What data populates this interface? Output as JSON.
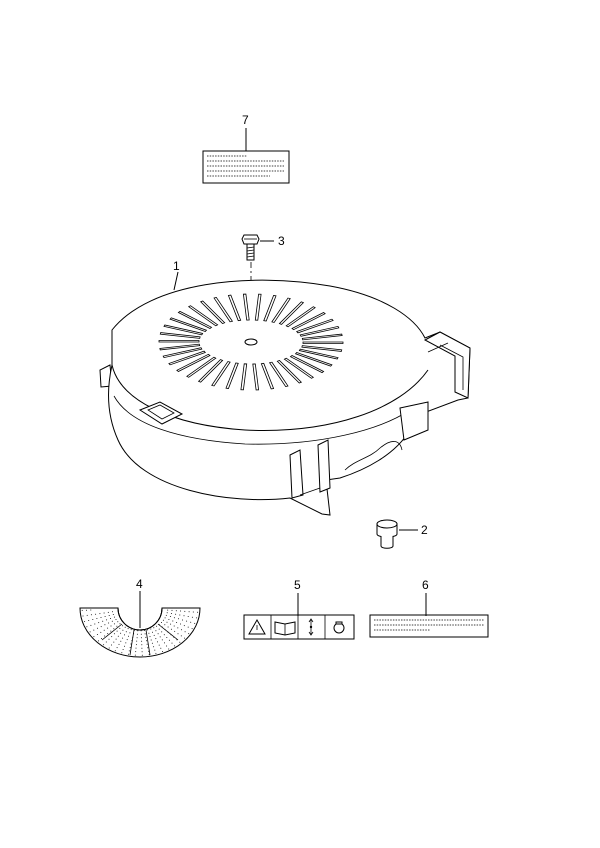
{
  "callouts": {
    "p1": "1",
    "p2": "2",
    "p3": "3",
    "p4": "4",
    "p5": "5",
    "p6": "6",
    "p7": "7"
  },
  "icons": [
    "warning-triangle-icon",
    "manual-book-icon",
    "choke-arrows-icon",
    "fuel-bulb-icon"
  ]
}
